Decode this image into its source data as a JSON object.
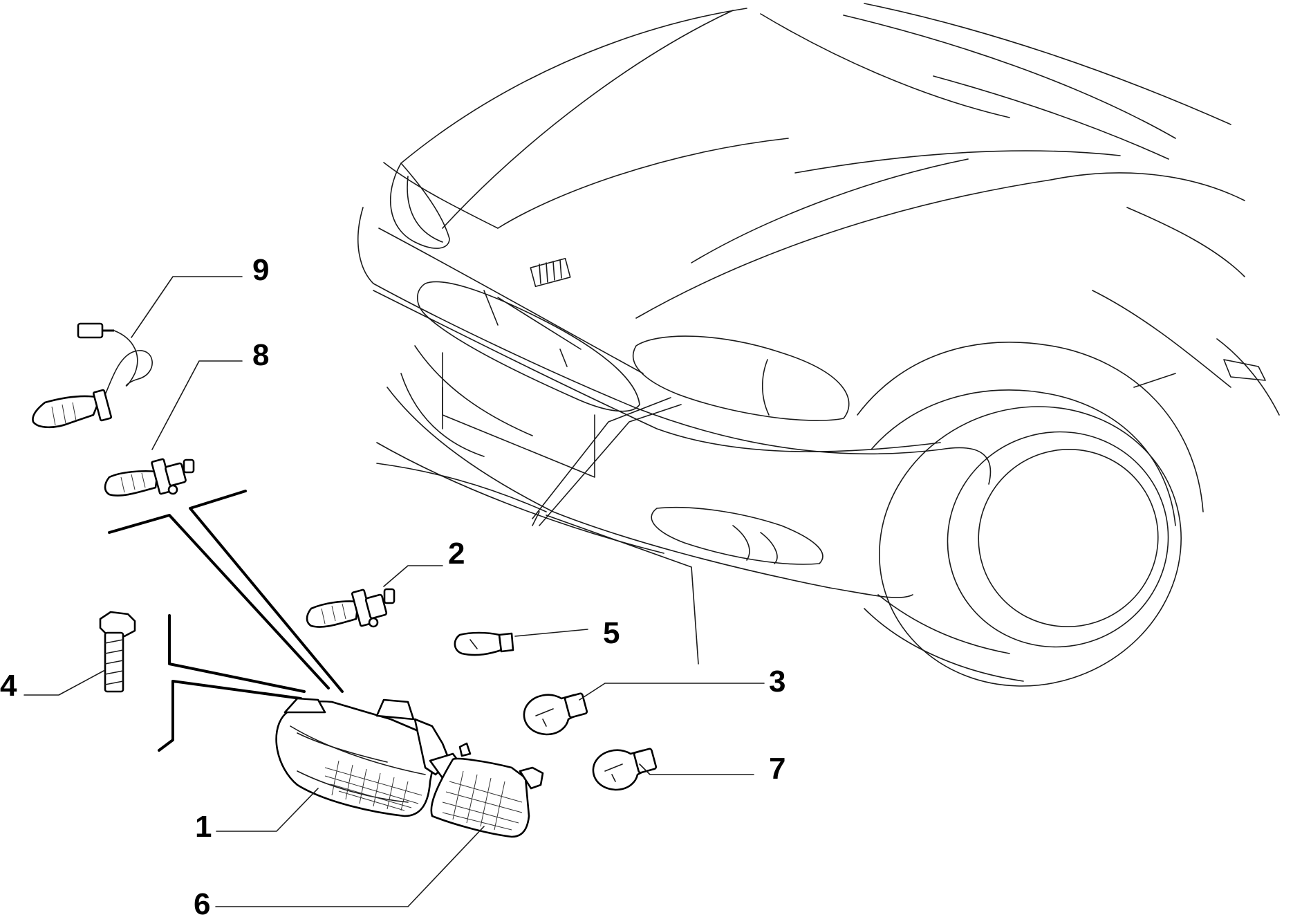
{
  "callouts": [
    {
      "id": "1",
      "part": "headlamp-unit"
    },
    {
      "id": "2",
      "part": "bulb-h1"
    },
    {
      "id": "3",
      "part": "bulb-p21w-direction-indicator"
    },
    {
      "id": "4",
      "part": "fixing-screw"
    },
    {
      "id": "5",
      "part": "bulb-w5w-sidelight"
    },
    {
      "id": "6",
      "part": "direction-indicator-lamp"
    },
    {
      "id": "7",
      "part": "bulb-p21w"
    },
    {
      "id": "8",
      "part": "bulb-h1-main-beam"
    },
    {
      "id": "9",
      "part": "bulb-with-wiring"
    }
  ]
}
